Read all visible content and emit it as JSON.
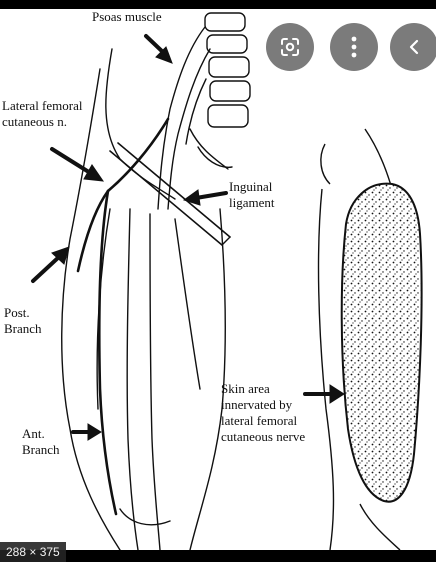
{
  "diagram": {
    "labels": {
      "psoas": "Psoas muscle",
      "lfcn": "Lateral femoral\ncutaneous n.",
      "inguinal": "Inguinal\nligament",
      "post": "Post.\nBranch",
      "ant": "Ant.\nBranch",
      "skin": "Skin area\ninnervated by\nlateral femoral\ncutaneous nerve"
    }
  },
  "overlay": {
    "lens_icon": "lens-icon",
    "more_icon": "more-vert-icon",
    "back_icon": "chevron-left-icon",
    "dimensions": "288 × 375"
  },
  "colors": {
    "ink": "#111111",
    "button": "#696969",
    "frame": "#000000"
  }
}
